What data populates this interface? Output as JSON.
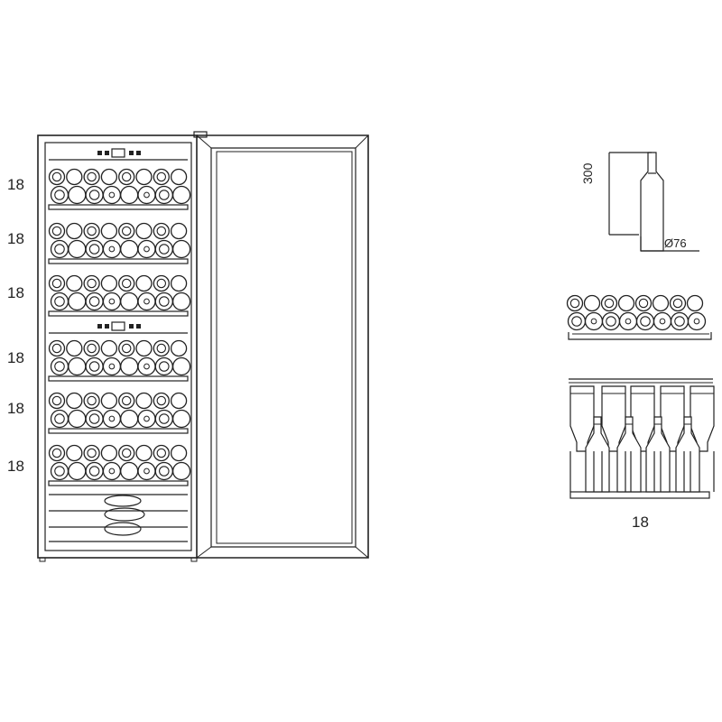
{
  "diagram": {
    "shelf_capacity_labels": [
      "18",
      "18",
      "18",
      "18",
      "18",
      "18"
    ],
    "bottle": {
      "height_label": "300",
      "diameter_label": "Ø76"
    },
    "shelf_front_view": {
      "capacity_label": "18"
    },
    "colors": {
      "line": "#222222",
      "background": "#ffffff"
    }
  }
}
